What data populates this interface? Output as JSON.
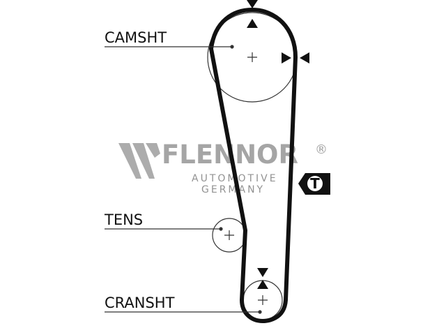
{
  "labels": {
    "camshaft": "CAMSHT",
    "tensioner": "TENS",
    "crankshaft": "CRANSHT"
  },
  "watermark": {
    "brand": "FLENNOR",
    "registered": "®",
    "line1": "AUTOMOTIVE",
    "line2": "GERMANY"
  },
  "tension_marker": {
    "letter": "T"
  },
  "colors": {
    "belt": "#111111",
    "pulley": "#333333",
    "watermark": "#888888"
  }
}
